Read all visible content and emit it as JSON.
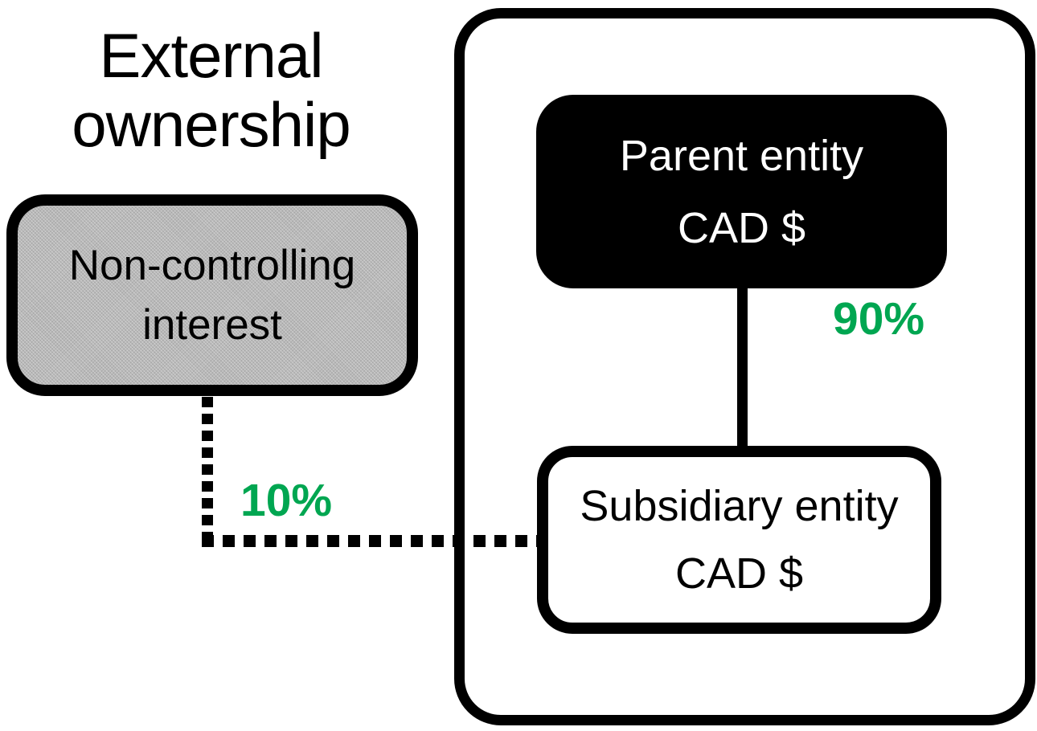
{
  "title": {
    "line1": "External",
    "line2": "ownership"
  },
  "boxes": {
    "non_controlling_interest": {
      "line1": "Non-controlling",
      "line2": "interest"
    },
    "parent_entity": {
      "line1": "Parent entity",
      "line2": "CAD $"
    },
    "subsidiary_entity": {
      "line1": "Subsidiary entity",
      "line2": "CAD $"
    }
  },
  "connections": {
    "parent_ownership": {
      "label": "90%",
      "style": "solid"
    },
    "external_ownership": {
      "label": "10%",
      "style": "dotted"
    }
  },
  "colors": {
    "accent_green": "#00a651",
    "border_black": "#000000",
    "gray_fill": "#b9b9b9"
  }
}
